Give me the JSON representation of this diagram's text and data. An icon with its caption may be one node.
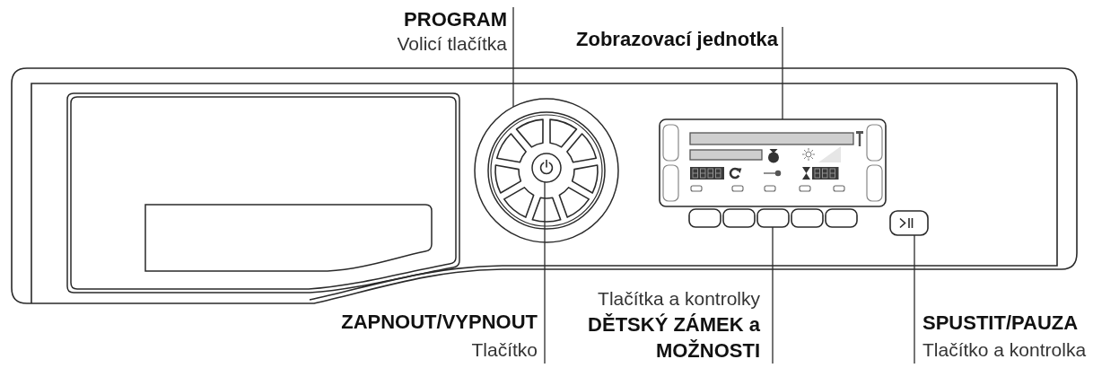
{
  "diagram": {
    "nodes": [
      {
        "text": [
          "PROGRAM",
          "Volicí tlačítka"
        ]
      },
      {
        "text": [
          "Zobrazovací jednotka"
        ]
      },
      {
        "text": [
          "ZAPNOUT/VYPNOUT",
          "Tlačítko"
        ]
      },
      {
        "text": [
          "Tlačítka a kontrolky",
          "DĚTSKÝ ZÁMEK a MOŽNOSTI"
        ]
      },
      {
        "text": [
          "SPUSTIT/PAUZA",
          "Tlačítko a kontrolka"
        ]
      },
      {
        "text": [],
        "shape": "circle"
      },
      {
        "text": [],
        "shape": "box"
      },
      {
        "text": [],
        "shape": "circle",
        "in": 5
      },
      {
        "text": [],
        "shape": "box"
      },
      {
        "text": [],
        "shape": "box"
      },
      {
        "text": [],
        "shape": "box"
      },
      {
        "text": [],
        "shape": "box"
      },
      {
        "text": [],
        "shape": "box"
      },
      {
        "text": [],
        "shape": "box"
      }
    ],
    "edges": [
      {
        "from": 0,
        "to": 5,
        "arrow": "none"
      },
      {
        "from": 1,
        "to": 6,
        "arrow": "none"
      },
      {
        "from": 2,
        "to": 7,
        "arrow": "none"
      },
      {
        "from": 3,
        "to": 10,
        "arrow": "none"
      },
      {
        "from": 4,
        "to": 13,
        "arrow": "none"
      }
    ]
  }
}
